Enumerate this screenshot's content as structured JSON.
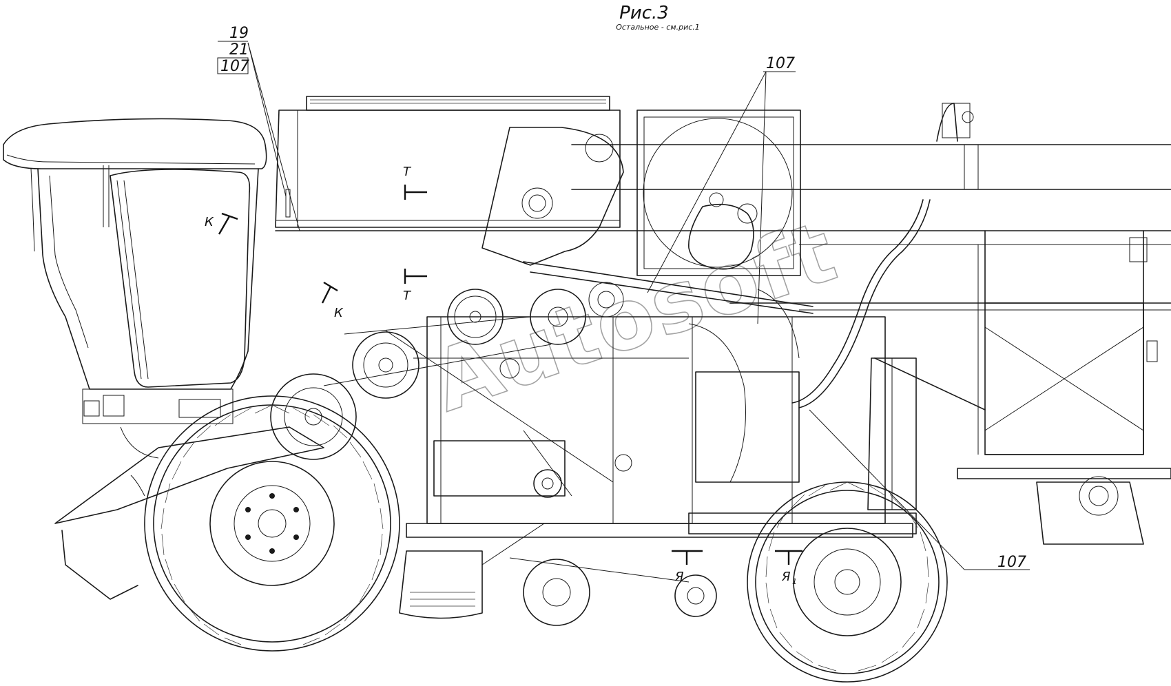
{
  "title": "Рис.3",
  "subtitle": "Остальное - см.рис.1",
  "callouts": {
    "ref_19": "19",
    "ref_21": "21",
    "ref_107_box": "107",
    "ref_107_top": "107",
    "ref_107_right": "107"
  },
  "sections": {
    "t_upper": "Т",
    "t_lower": "Т",
    "k_upper": "К",
    "k_lower": "К",
    "ya": "Я",
    "ya1": "Я"
  },
  "watermark": "Autosoft"
}
